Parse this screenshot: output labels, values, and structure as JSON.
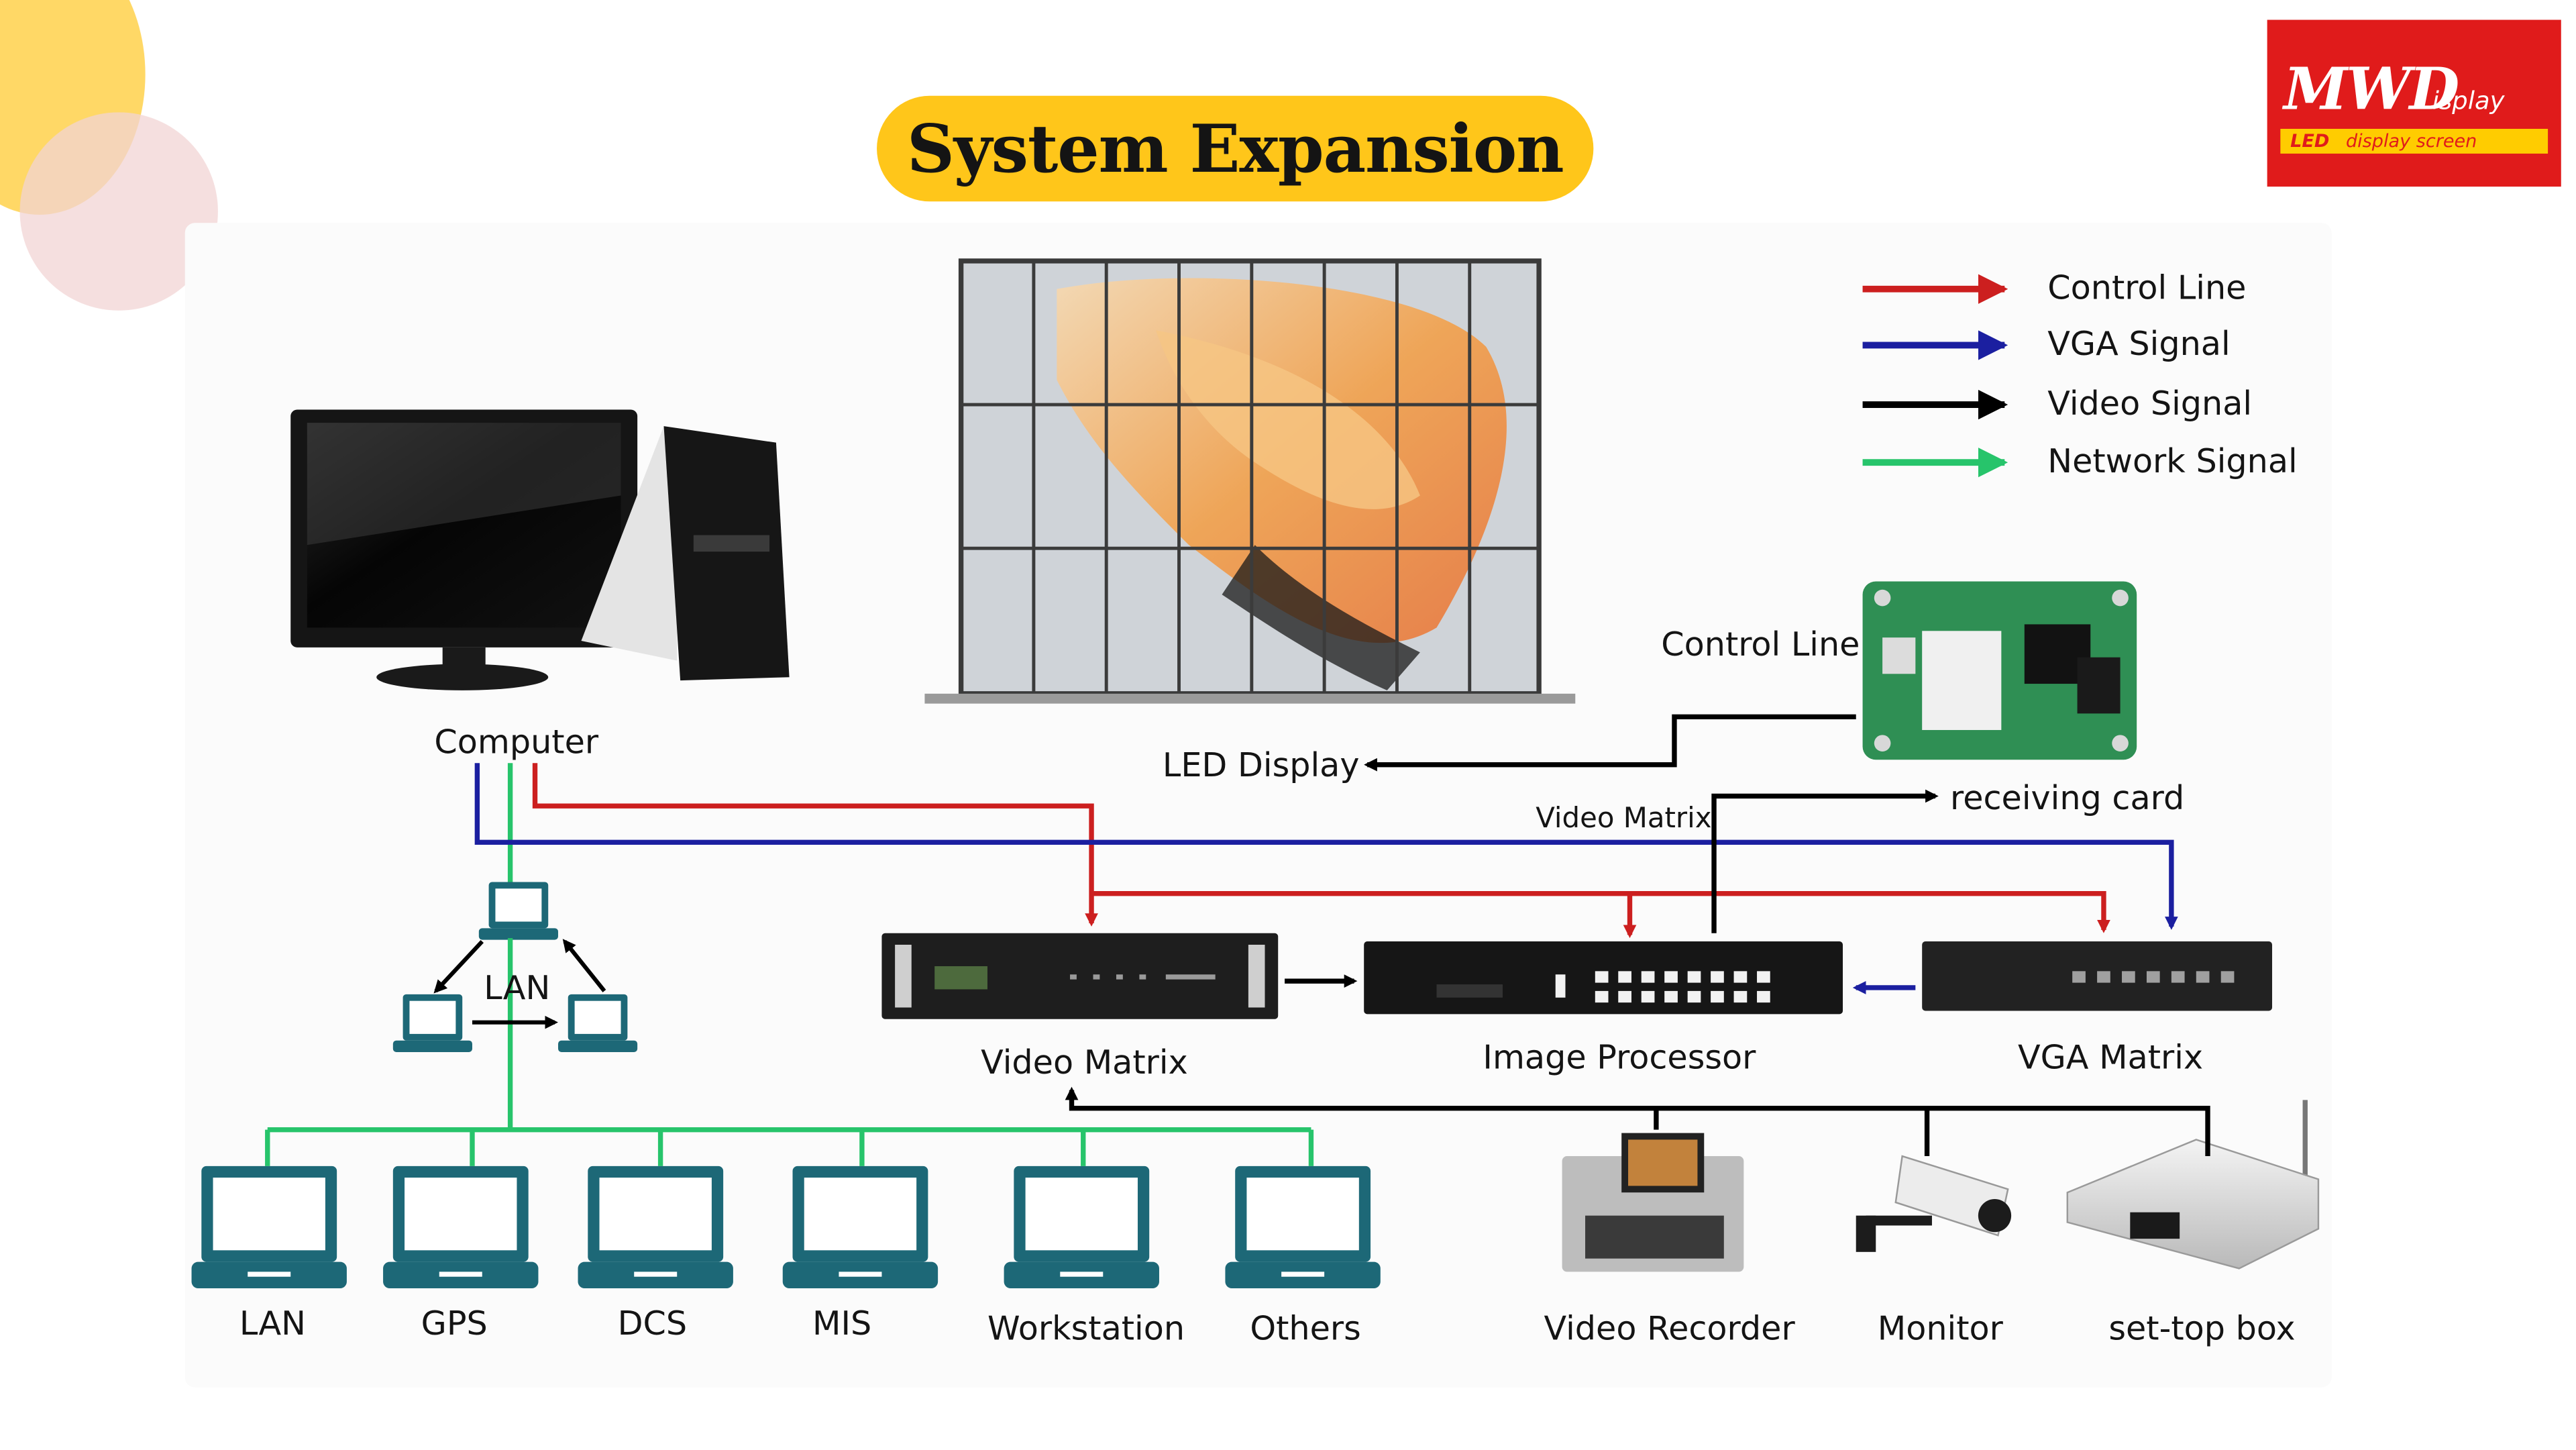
{
  "title": "System Expansion",
  "logo": {
    "main": "MWD",
    "sub": "isplay",
    "strip_a": "LED",
    "strip_b": "display",
    "strip_c": "screen"
  },
  "legend": [
    {
      "label": "Control Line",
      "color": "#cc1f1f"
    },
    {
      "label": "VGA Signal",
      "color": "#1b1fa0"
    },
    {
      "label": "Video Signal",
      "color": "#000000"
    },
    {
      "label": "Network Signal",
      "color": "#27c46b"
    }
  ],
  "nodes": {
    "computer": "Computer",
    "led_display": "LED Display",
    "control_line": "Control Line",
    "receiving_card": "receiving card",
    "video_matrix_top": "Video Matrix",
    "lan_center": "LAN",
    "video_matrix": "Video Matrix",
    "image_processor": "Image Processor",
    "vga_matrix": "VGA Matrix",
    "video_recorder": "Video Recorder",
    "monitor": "Monitor",
    "set_top_box": "set-top box"
  },
  "network_clients": [
    "LAN",
    "GPS",
    "DCS",
    "MIS",
    "Workstation",
    "Others"
  ],
  "colors": {
    "accent": "#ffc61a",
    "brand": "#e01b1b",
    "laptop": "#1d6877",
    "rack": "#1e1e1e"
  }
}
